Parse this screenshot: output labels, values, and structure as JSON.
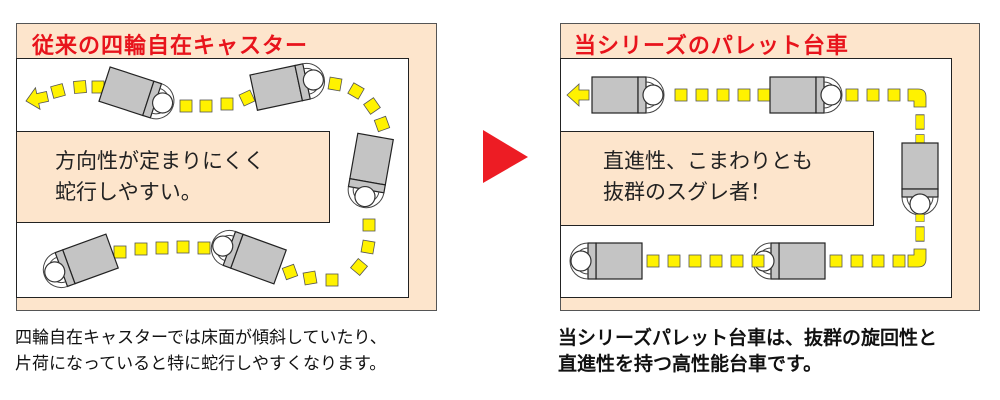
{
  "colors": {
    "panel_bg": "#fde5cc",
    "title_red": "#e8141c",
    "path_yellow": "#fff200",
    "cart_gray": "#c4c4c4",
    "arrow_red": "#ed1c24"
  },
  "left": {
    "title": "従来の四輪自在キャスター",
    "box_lines": [
      "方向性が定まりにくく",
      "蛇行しやすい。"
    ],
    "caption_lines": [
      "四輪自在キャスターでは床面が傾斜していたり、",
      "片荷になっていると特に蛇行しやすくなります。"
    ]
  },
  "arrow": {
    "icon": "right-triangle-arrow-icon"
  },
  "right": {
    "title": "当シリーズのパレット台車",
    "box_lines": [
      "直進性、こまわりとも",
      "抜群のスグレ者！"
    ],
    "caption_lines": [
      "当シリーズパレット台車は、抜群の旋回性と",
      "直進性を持つ高性能台車です。"
    ]
  }
}
